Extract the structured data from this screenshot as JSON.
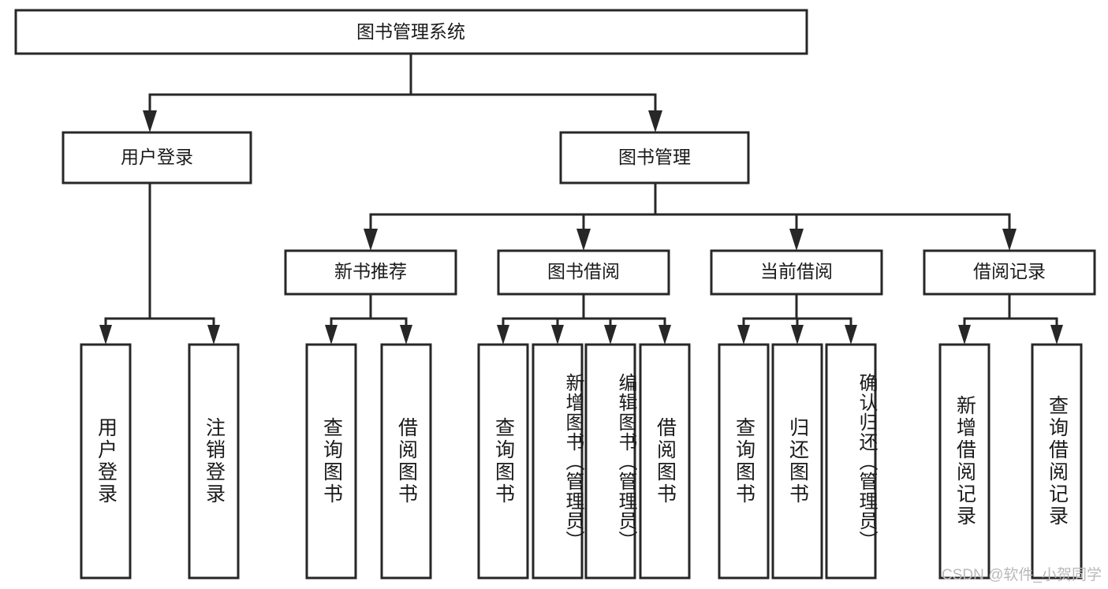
{
  "diagram": {
    "title": "图书管理系统",
    "type": "tree-hierarchy-diagram",
    "colors": {
      "box_stroke": "#272727",
      "box_fill": "#ffffff",
      "connector": "#272727",
      "text": "#1a1a1a",
      "watermark": "#b9b9b9",
      "background": "#ffffff"
    },
    "root": {
      "label": "图书管理系统"
    },
    "level2": [
      {
        "label": "用户登录"
      },
      {
        "label": "图书管理"
      }
    ],
    "level3": [
      {
        "label": "新书推荐"
      },
      {
        "label": "图书借阅"
      },
      {
        "label": "当前借阅"
      },
      {
        "label": "借阅记录"
      }
    ],
    "leaves": {
      "user_login": [
        {
          "label": "用户登录"
        },
        {
          "label": "注销登录"
        }
      ],
      "new_book_recommend": [
        {
          "label": "查询图书"
        },
        {
          "label": "借阅图书"
        }
      ],
      "book_borrow": [
        {
          "label": "查询图书"
        },
        {
          "label": "新增图书（管理员）"
        },
        {
          "label": "编辑图书（管理员）"
        },
        {
          "label": "借阅图书"
        }
      ],
      "current_borrow": [
        {
          "label": "查询图书"
        },
        {
          "label": "归还图书"
        },
        {
          "label": "确认归还（管理员）"
        }
      ],
      "borrow_record": [
        {
          "label": "新增借阅记录"
        },
        {
          "label": "查询借阅记录"
        }
      ]
    }
  },
  "watermark": {
    "text": "CSDN @软件_小贺同学"
  }
}
